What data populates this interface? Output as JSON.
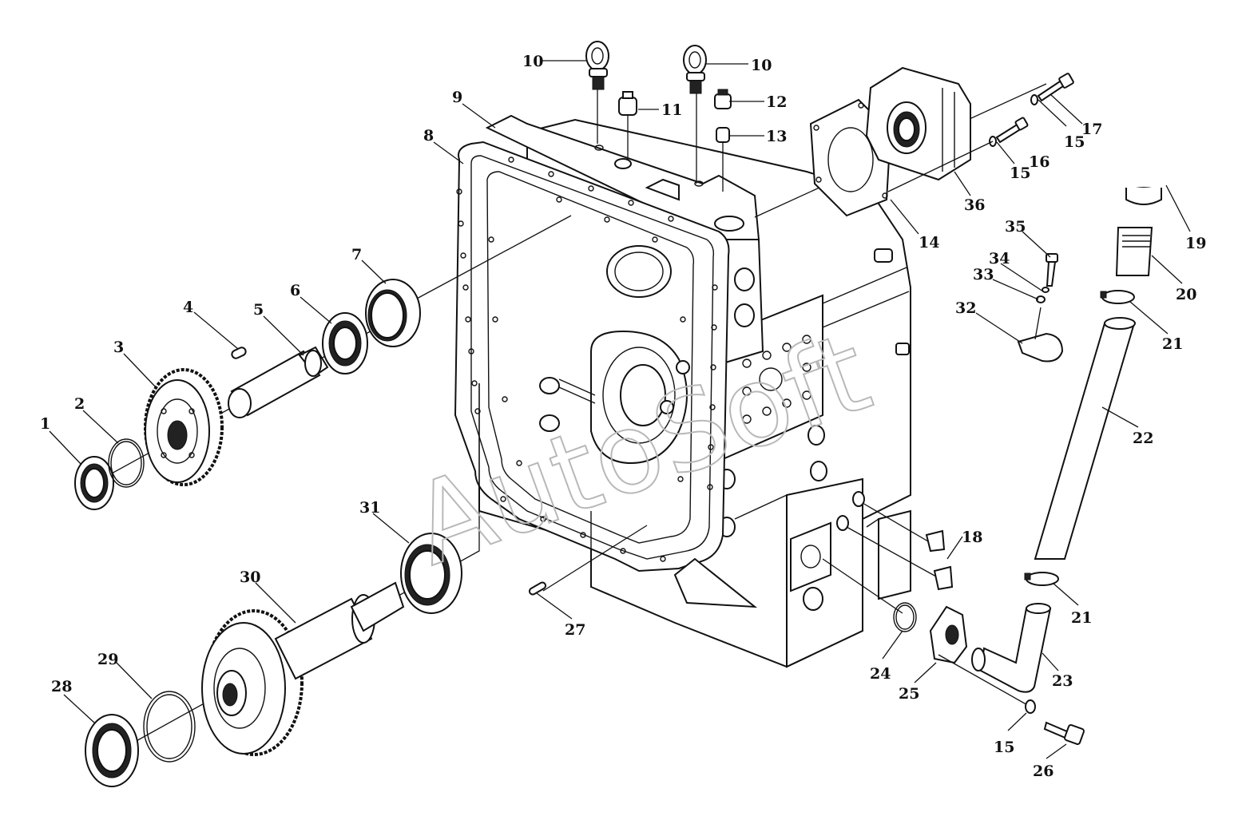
{
  "watermark": "AutoSoft",
  "callouts": [
    {
      "id": "c1",
      "text": "1"
    },
    {
      "id": "c2",
      "text": "2"
    },
    {
      "id": "c3",
      "text": "3"
    },
    {
      "id": "c4",
      "text": "4"
    },
    {
      "id": "c5",
      "text": "5"
    },
    {
      "id": "c6",
      "text": "6"
    },
    {
      "id": "c7",
      "text": "7"
    },
    {
      "id": "c8",
      "text": "8"
    },
    {
      "id": "c9",
      "text": "9"
    },
    {
      "id": "c10a",
      "text": "10"
    },
    {
      "id": "c10b",
      "text": "10"
    },
    {
      "id": "c11",
      "text": "11"
    },
    {
      "id": "c12",
      "text": "12"
    },
    {
      "id": "c13",
      "text": "13"
    },
    {
      "id": "c14",
      "text": "14"
    },
    {
      "id": "c15a",
      "text": "15"
    },
    {
      "id": "c15b",
      "text": "15"
    },
    {
      "id": "c15c",
      "text": "15"
    },
    {
      "id": "c16",
      "text": "16"
    },
    {
      "id": "c17",
      "text": "17"
    },
    {
      "id": "c18",
      "text": "18"
    },
    {
      "id": "c19",
      "text": "19"
    },
    {
      "id": "c20",
      "text": "20"
    },
    {
      "id": "c21a",
      "text": "21"
    },
    {
      "id": "c21b",
      "text": "21"
    },
    {
      "id": "c22",
      "text": "22"
    },
    {
      "id": "c23",
      "text": "23"
    },
    {
      "id": "c24",
      "text": "24"
    },
    {
      "id": "c25",
      "text": "25"
    },
    {
      "id": "c26",
      "text": "26"
    },
    {
      "id": "c27",
      "text": "27"
    },
    {
      "id": "c28",
      "text": "28"
    },
    {
      "id": "c29",
      "text": "29"
    },
    {
      "id": "c30",
      "text": "30"
    },
    {
      "id": "c31",
      "text": "31"
    },
    {
      "id": "c32",
      "text": "32"
    },
    {
      "id": "c33",
      "text": "33"
    },
    {
      "id": "c34",
      "text": "34"
    },
    {
      "id": "c35",
      "text": "35"
    },
    {
      "id": "c36",
      "text": "36"
    }
  ]
}
